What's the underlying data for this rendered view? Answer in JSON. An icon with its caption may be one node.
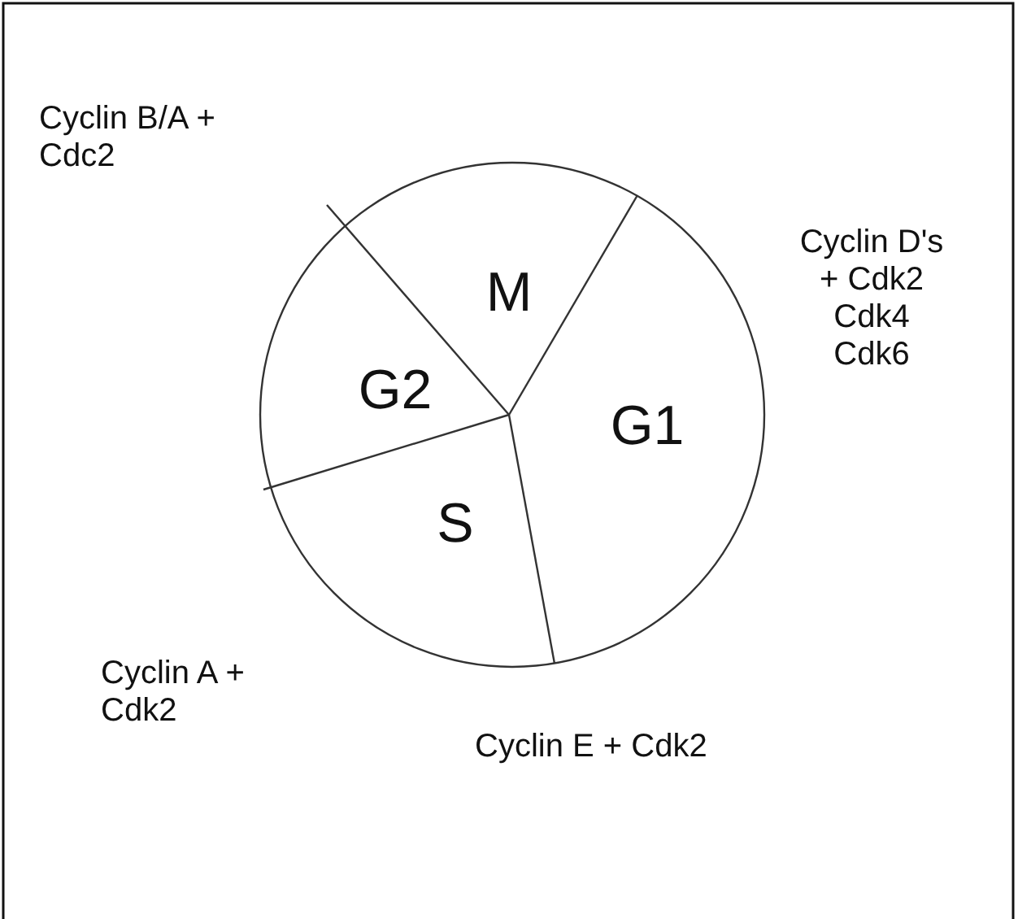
{
  "diagram": {
    "nodes": [
      {
        "text": [
          "M"
        ]
      },
      {
        "text": [
          "G2"
        ]
      },
      {
        "text": [
          "G1"
        ]
      },
      {
        "text": [
          "S"
        ]
      }
    ],
    "labels": [
      "Cyclin B/A + Cdc2",
      "Cyclin D's + Cdk2 Cdk4 Cdk6",
      "Cyclin A + Cdk2",
      "Cyclin E + Cdk2"
    ]
  }
}
